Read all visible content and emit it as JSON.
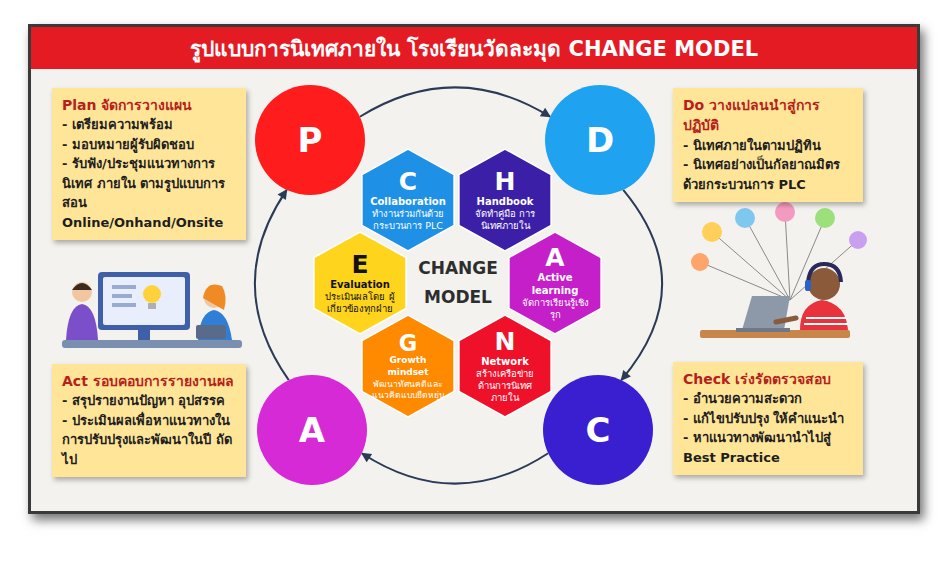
{
  "diagram": {
    "title": "รูปแบบการนิเทศภายใน โรงเรียนวัดละมุด CHANGE MODEL",
    "nodes": [
      {
        "text": [
          "Plan จัดการวางแผน",
          "- เตรียมความพร้อม",
          "- มอบหมายผู้รับผิดชอบ",
          "- รับฟัง/ประชุมแนวทางการนิเทศ ภายใน ตามรูปแบบการสอน Online/Onhand/Onsite"
        ]
      },
      {
        "text": [
          "P"
        ]
      },
      {
        "text": [
          "D"
        ]
      },
      {
        "text": [
          "Do วางแปลนนำสู่การปฏิบัติ",
          "- นิเทศภายในตามปฏิทิน",
          "- นิเทศอย่างเป็นกัลยาณมิตร ด้วยกระบวนการ PLC"
        ]
      },
      {
        "text": [
          "C",
          "Collaboration",
          "ทำงานร่วมกันด้วย กระบวนการ PLC"
        ]
      },
      {
        "text": [
          "H",
          "Handbook",
          "จัดทำคู่มือ การนิเทศภายใน"
        ]
      },
      {
        "text": [
          "E",
          "Evaluation",
          "ประเมินผลโดย ผู้เกี่ยวข้องทุกฝ่าย"
        ]
      },
      {
        "text": [
          "A",
          "Active learning",
          "จัดการเรียนรู้เชิงรุก"
        ]
      },
      {
        "text": [
          "G",
          "Growth mindset",
          "พัฒนาทัศนคติและ แนวคิดแบบยืดหยุ่น"
        ]
      },
      {
        "text": [
          "N",
          "Network",
          "สร้างเครือข่าย ด้านการนิเทศภายใน"
        ]
      },
      {
        "text": [
          "Act รอบคอบการรายงานผล",
          "- สรุปรายงานปัญหา อุปสรรค",
          "- ประเมินผลเพื่อหาแนวทางใน การปรับปรุงและพัฒนาในปี ถัดไป"
        ]
      },
      {
        "text": [
          "A"
        ]
      },
      {
        "text": [
          "C"
        ]
      },
      {
        "text": [
          "Check เร่งรัดตรวจสอบ",
          "- อำนวยความสะดวก",
          "- แก้ไขปรับปรุง ให้คำแนะนำ",
          "- หาแนวทางพัฒนานำไปสู่ Best Practice"
        ]
      }
    ],
    "edges": [
      {
        "from": 1,
        "to": 2,
        "arrow": "to"
      },
      {
        "from": 2,
        "to": 12,
        "arrow": "to"
      },
      {
        "from": 12,
        "to": 11,
        "arrow": "to"
      },
      {
        "from": 11,
        "to": 1,
        "arrow": "to"
      }
    ],
    "labels": [
      "CHANGE MODEL"
    ]
  }
}
